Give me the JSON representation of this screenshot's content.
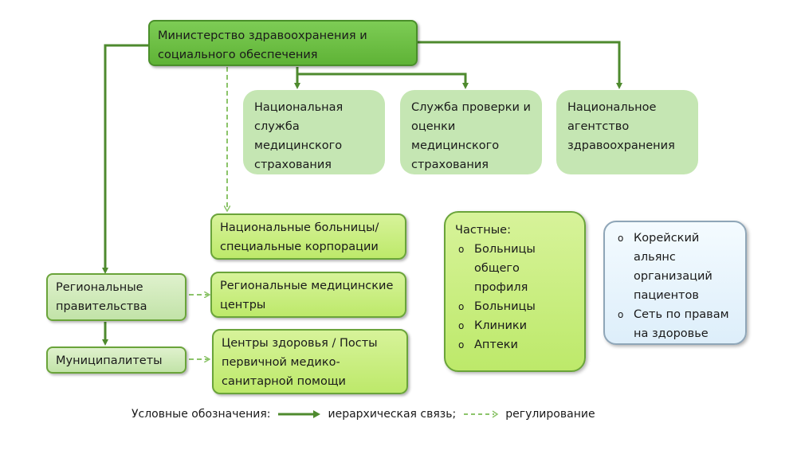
{
  "ministry": {
    "label": "Министерство здравоохранения и социального обеспечения"
  },
  "agencies": [
    {
      "label": "Национальная служба медицинского страхования"
    },
    {
      "label": "Служба проверки и оценки медицинского страхования"
    },
    {
      "label": "Национальное агентство здравоохранения"
    }
  ],
  "national_hospitals": {
    "label": "Национальные больницы/ специальные корпорации"
  },
  "regional_gov": {
    "label": "Региональные правительства"
  },
  "regional_centers": {
    "label": "Региональные медицинские центры"
  },
  "municipalities": {
    "label": "Муниципалитеты"
  },
  "health_centers": {
    "label": "Центры здоровья / Посты первичной медико-санитарной помощи"
  },
  "private": {
    "title": "Частные:",
    "items": [
      "Больницы общего профиля",
      "Больницы",
      "Клиники",
      "Аптеки"
    ]
  },
  "civil": {
    "items": [
      "Корейский альянс организаций пациентов",
      "Сеть по правам на здоровье"
    ]
  },
  "legend": {
    "title": "Условные обозначения:",
    "hierarchy": "иерархическая связь;",
    "regulation": "регулирование"
  },
  "colors": {
    "hierarchy_line": "#4e8a2e",
    "regulation_line": "#8cc46a"
  }
}
